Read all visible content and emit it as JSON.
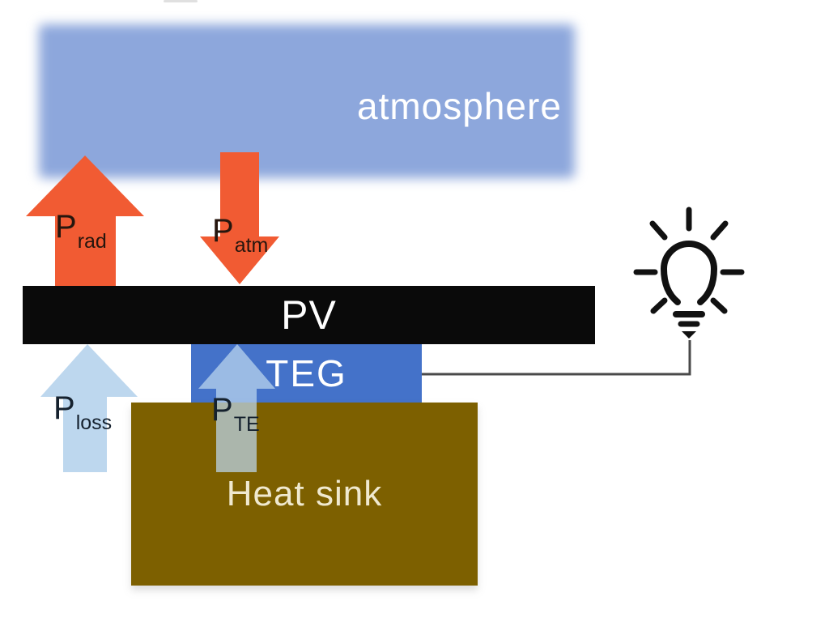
{
  "boxes": {
    "atmosphere": {
      "label": "atmosphere",
      "color": "#8da7dc",
      "text_color": "#ffffff"
    },
    "pv": {
      "label": "PV",
      "color": "#0a0a0a",
      "text_color": "#ffffff"
    },
    "teg": {
      "label": "TEG",
      "color": "#4472c9",
      "text_color": "#ffffff"
    },
    "heat_sink": {
      "label": "Heat sink",
      "color": "#7d6000",
      "text_color": "#f0e9cf"
    }
  },
  "arrows": {
    "p_rad": {
      "main": "P",
      "sub": "rad",
      "direction": "up",
      "color": "#f15b33"
    },
    "p_atm": {
      "main": "P",
      "sub": "atm",
      "direction": "down",
      "color": "#f15b33"
    },
    "p_loss": {
      "main": "P",
      "sub": "loss",
      "direction": "up",
      "color": "#bdd7ee"
    },
    "p_te": {
      "main": "P",
      "sub": "TE",
      "direction": "up",
      "color": "rgba(189,215,238,0.72)"
    }
  },
  "connector": {
    "color": "#4a4a4a"
  },
  "icons": {
    "bulb": "light-bulb-icon",
    "color": "#111111"
  }
}
